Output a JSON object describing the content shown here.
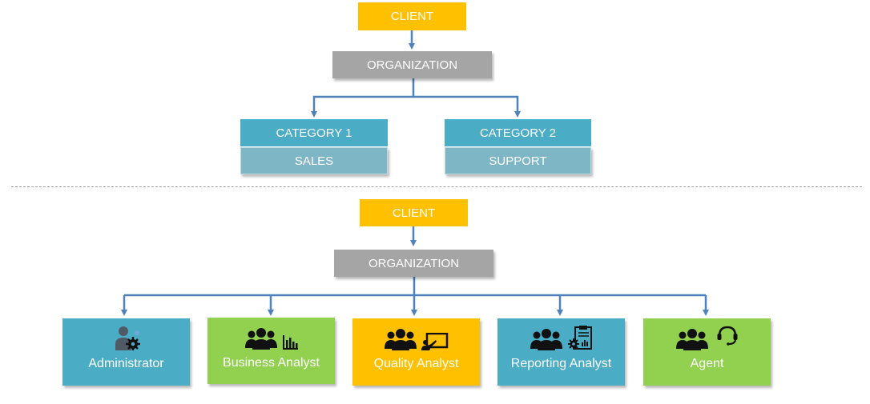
{
  "top": {
    "client": "CLIENT",
    "organization": "ORGANIZATION",
    "categories": [
      {
        "title": "CATEGORY 1",
        "sub": "SALES"
      },
      {
        "title": "CATEGORY 2",
        "sub": "SUPPORT"
      }
    ]
  },
  "bottom": {
    "client": "CLIENT",
    "organization": "ORGANIZATION",
    "roles": [
      {
        "label": "Administrator",
        "color": "#4bacc6",
        "icons": [
          "user-gear-icon"
        ]
      },
      {
        "label": "Business Analyst",
        "color": "#92d050",
        "icons": [
          "users-icon",
          "bar-chart-icon"
        ]
      },
      {
        "label": "Quality Analyst",
        "color": "#ffc000",
        "icons": [
          "users-icon",
          "presentation-icon"
        ]
      },
      {
        "label": "Reporting Analyst",
        "color": "#4bacc6",
        "icons": [
          "users-icon",
          "report-clipboard-icon"
        ]
      },
      {
        "label": "Agent",
        "color": "#92d050",
        "icons": [
          "users-icon",
          "headset-icon"
        ]
      }
    ]
  },
  "colors": {
    "client": "#ffc000",
    "organization": "#a5a5a5",
    "category": "#4bacc6",
    "subcategory": "#7fb6c6",
    "connector": "#4f81bd"
  }
}
